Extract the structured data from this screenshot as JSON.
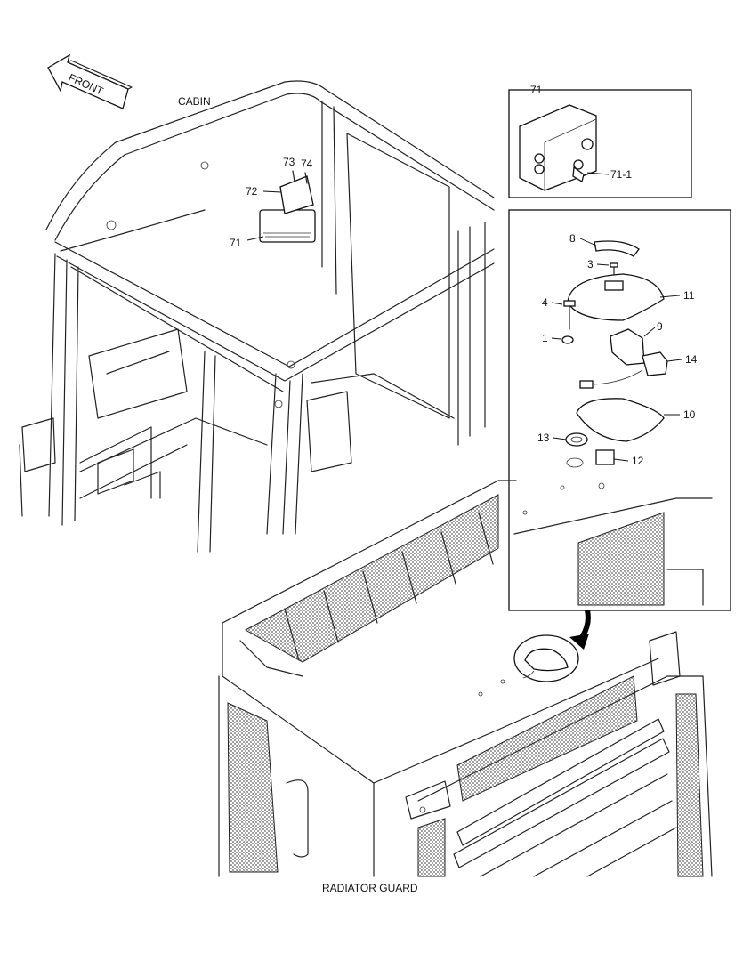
{
  "front_arrow": {
    "label": "FRONT"
  },
  "section_labels": {
    "cabin": "CABIN",
    "radiator_guard": "RADIATOR GUARD"
  },
  "callouts": {
    "c73": "73",
    "c74": "74",
    "c72": "72",
    "c71": "71",
    "inset1_title": "71",
    "inset1_sub": "71-1",
    "c8": "8",
    "c3": "3",
    "c11": "11",
    "c4": "4",
    "c9": "9",
    "c1": "1",
    "c14": "14",
    "c10": "10",
    "c13": "13",
    "c12": "12"
  }
}
